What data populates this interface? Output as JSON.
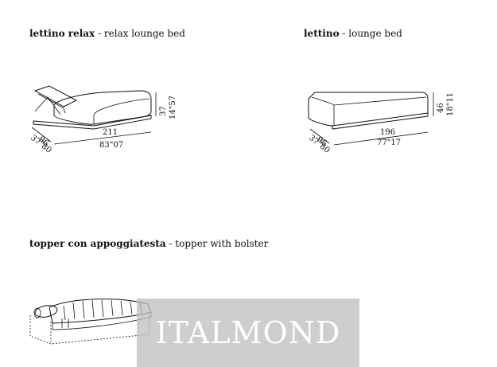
{
  "sections": {
    "relax": {
      "name": "lettino relax",
      "separator": " - ",
      "desc": "relax lounge bed",
      "width_cm": "211",
      "width_in": "83\"07",
      "depth_cm": "96",
      "depth_in": "37\"80",
      "height_cm": "37",
      "height_in": "14\"57"
    },
    "lettino": {
      "name": "lettino",
      "separator": " - ",
      "desc": "lounge bed",
      "width_cm": "196",
      "width_in": "77\"17",
      "depth_cm": "96",
      "depth_in": "37\"80",
      "height_cm": "46",
      "height_in": "18\"11"
    },
    "topper": {
      "name": "topper con appoggiatesta",
      "separator": " - ",
      "desc": "topper with bolster"
    }
  },
  "watermark": {
    "text": "ITALMOND"
  }
}
